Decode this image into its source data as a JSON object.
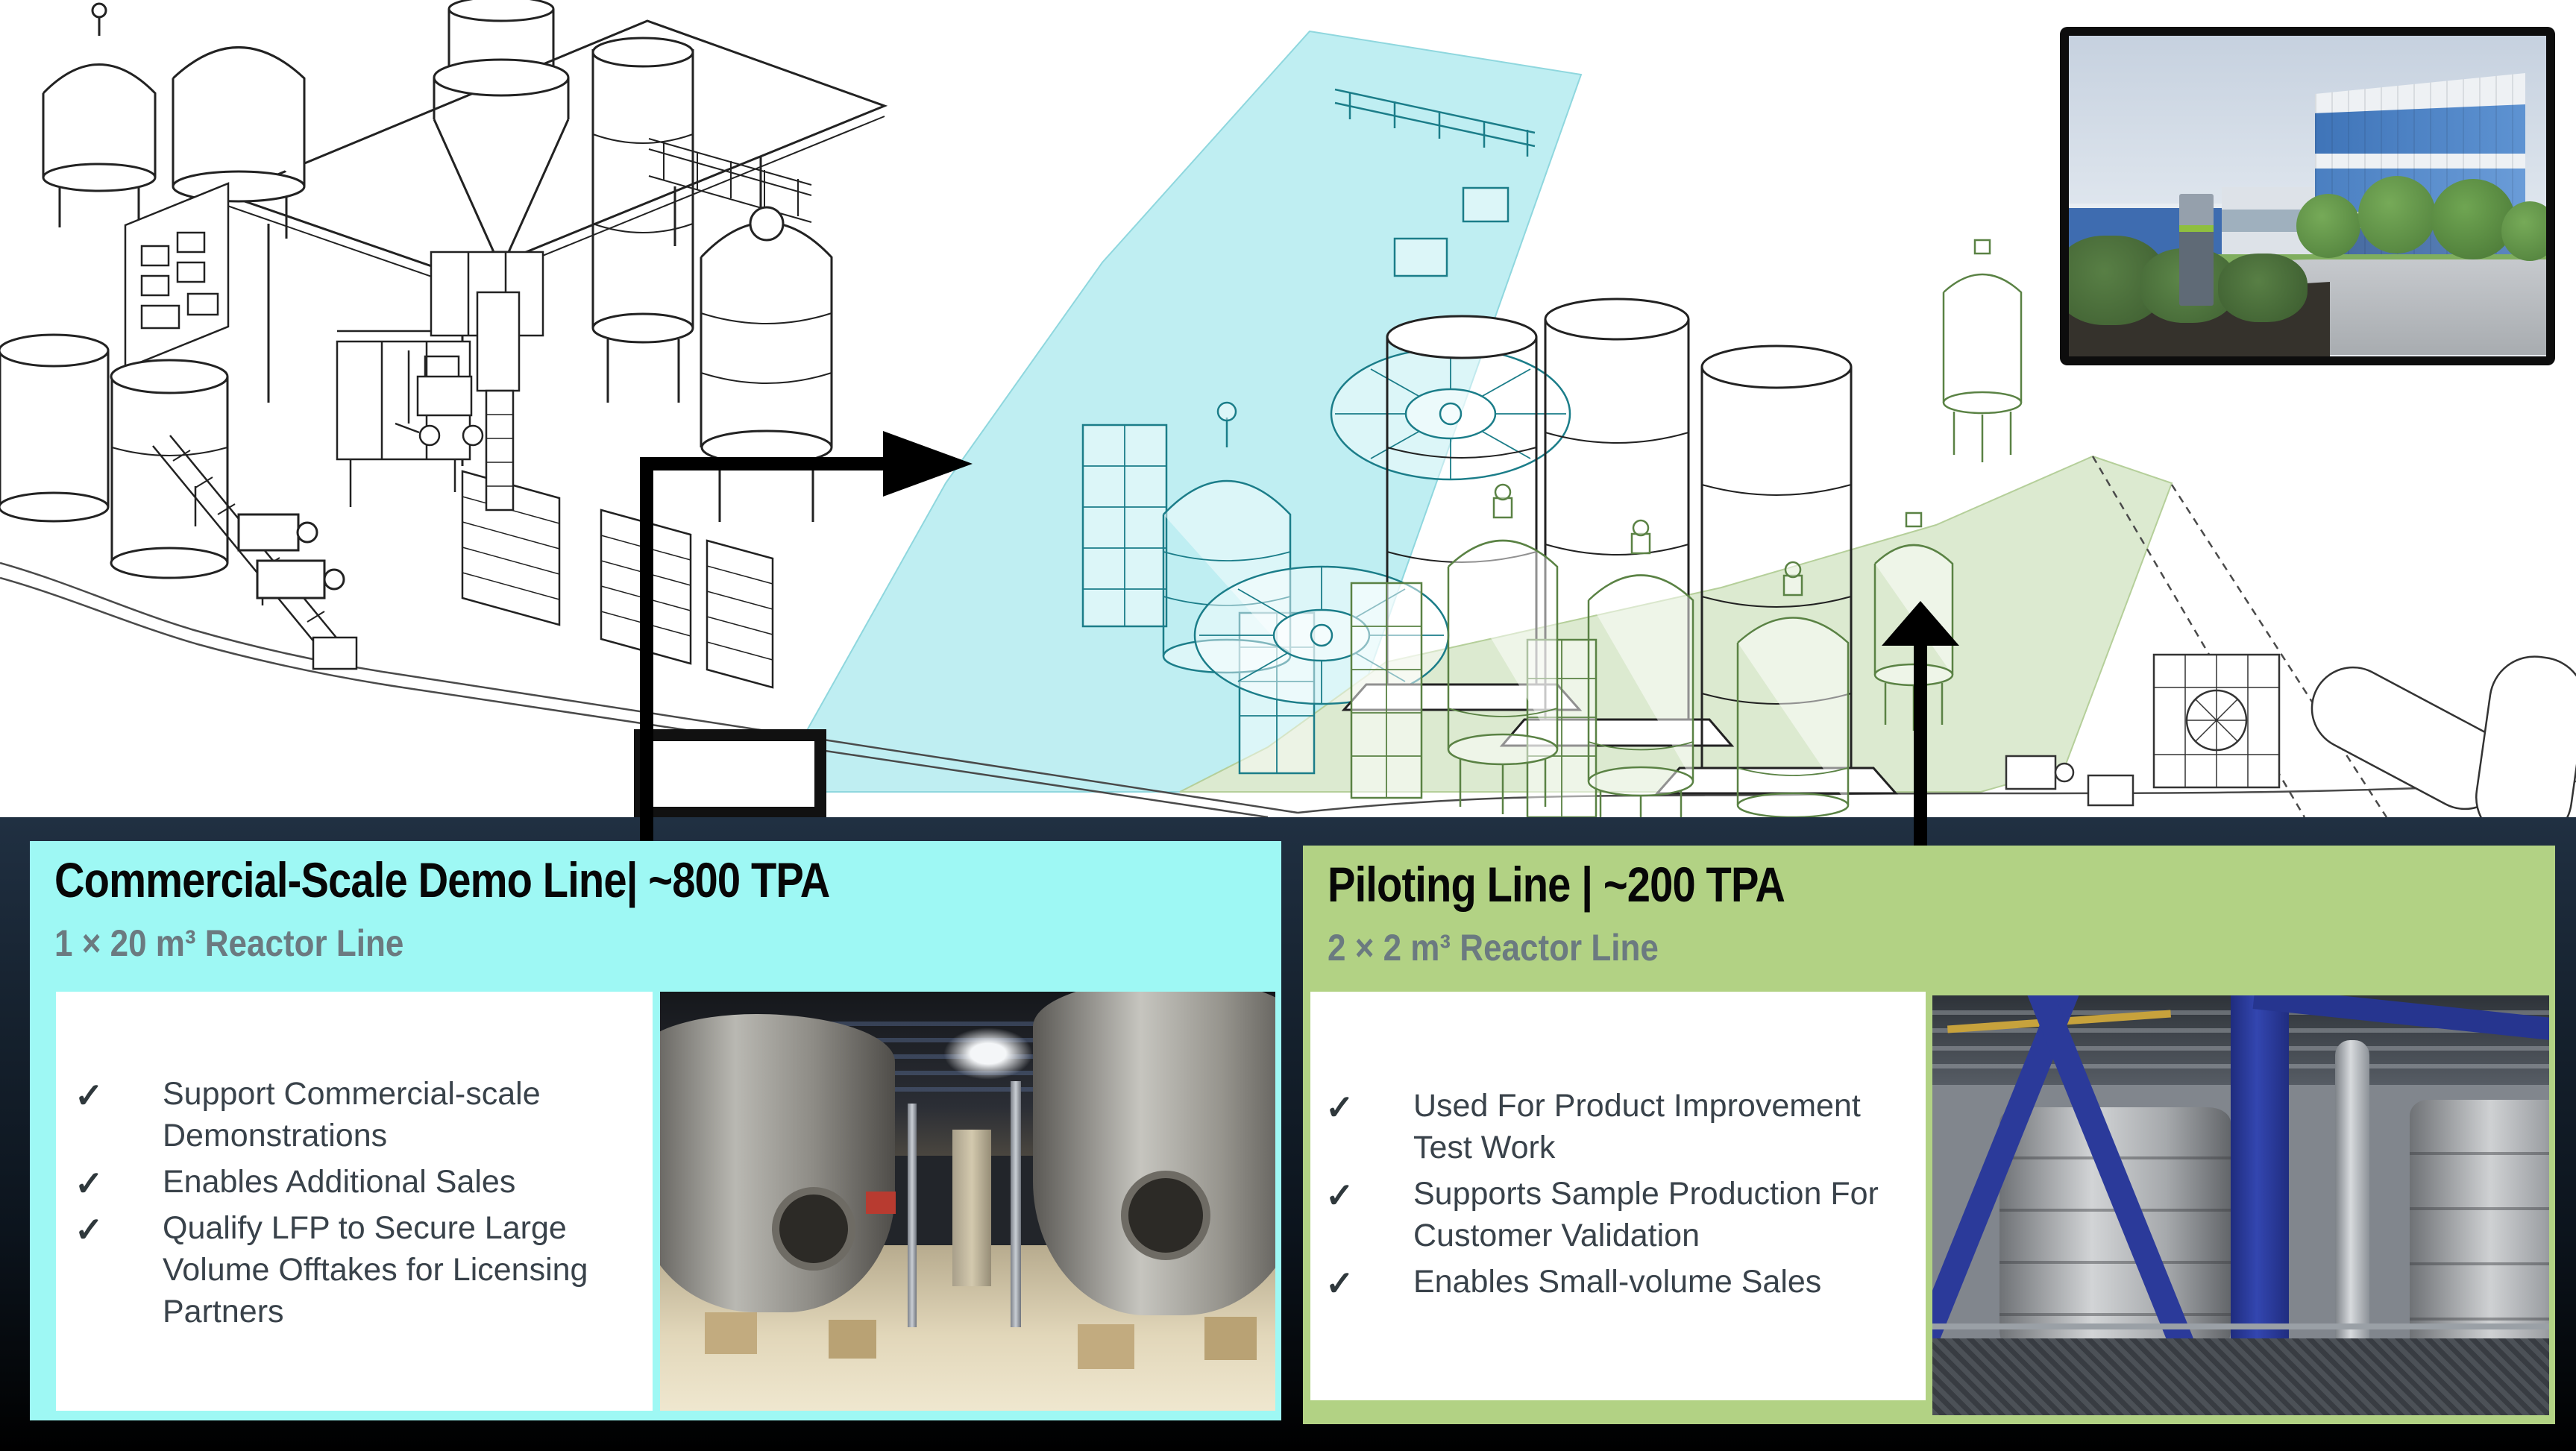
{
  "ui": {
    "check": "✓"
  },
  "diagram": {
    "zones": [
      {
        "name": "commercial-demo-zone",
        "color": "#bfeef2"
      },
      {
        "name": "piloting-zone",
        "color": "#dcead0"
      }
    ],
    "arrow_color": "#000000"
  },
  "facility_photo": {
    "description": "blue-and-white facility building with trees, lawn, driveway and entrance sign"
  },
  "cards": [
    {
      "title": "Commercial-Scale Demo Line| ~800 TPA",
      "subtitle": "1 × 20 m³ Reactor Line",
      "bullets": [
        "Support Commercial-scale Demonstrations",
        "Enables Additional Sales",
        "Qualify LFP to Secure Large Volume Offtakes for Licensing Partners"
      ],
      "colors": {
        "bg": "#9ef8f4",
        "subtitle": "#6b7a80"
      }
    },
    {
      "title": "Piloting Line | ~200 TPA",
      "subtitle": "2 × 2 m³ Reactor Line",
      "bullets": [
        "Used For Product Improvement Test Work",
        "Supports Sample Production For Customer Validation",
        "Enables Small-volume Sales"
      ],
      "colors": {
        "bg": "#b2d284",
        "subtitle": "#6b7a80"
      }
    }
  ]
}
